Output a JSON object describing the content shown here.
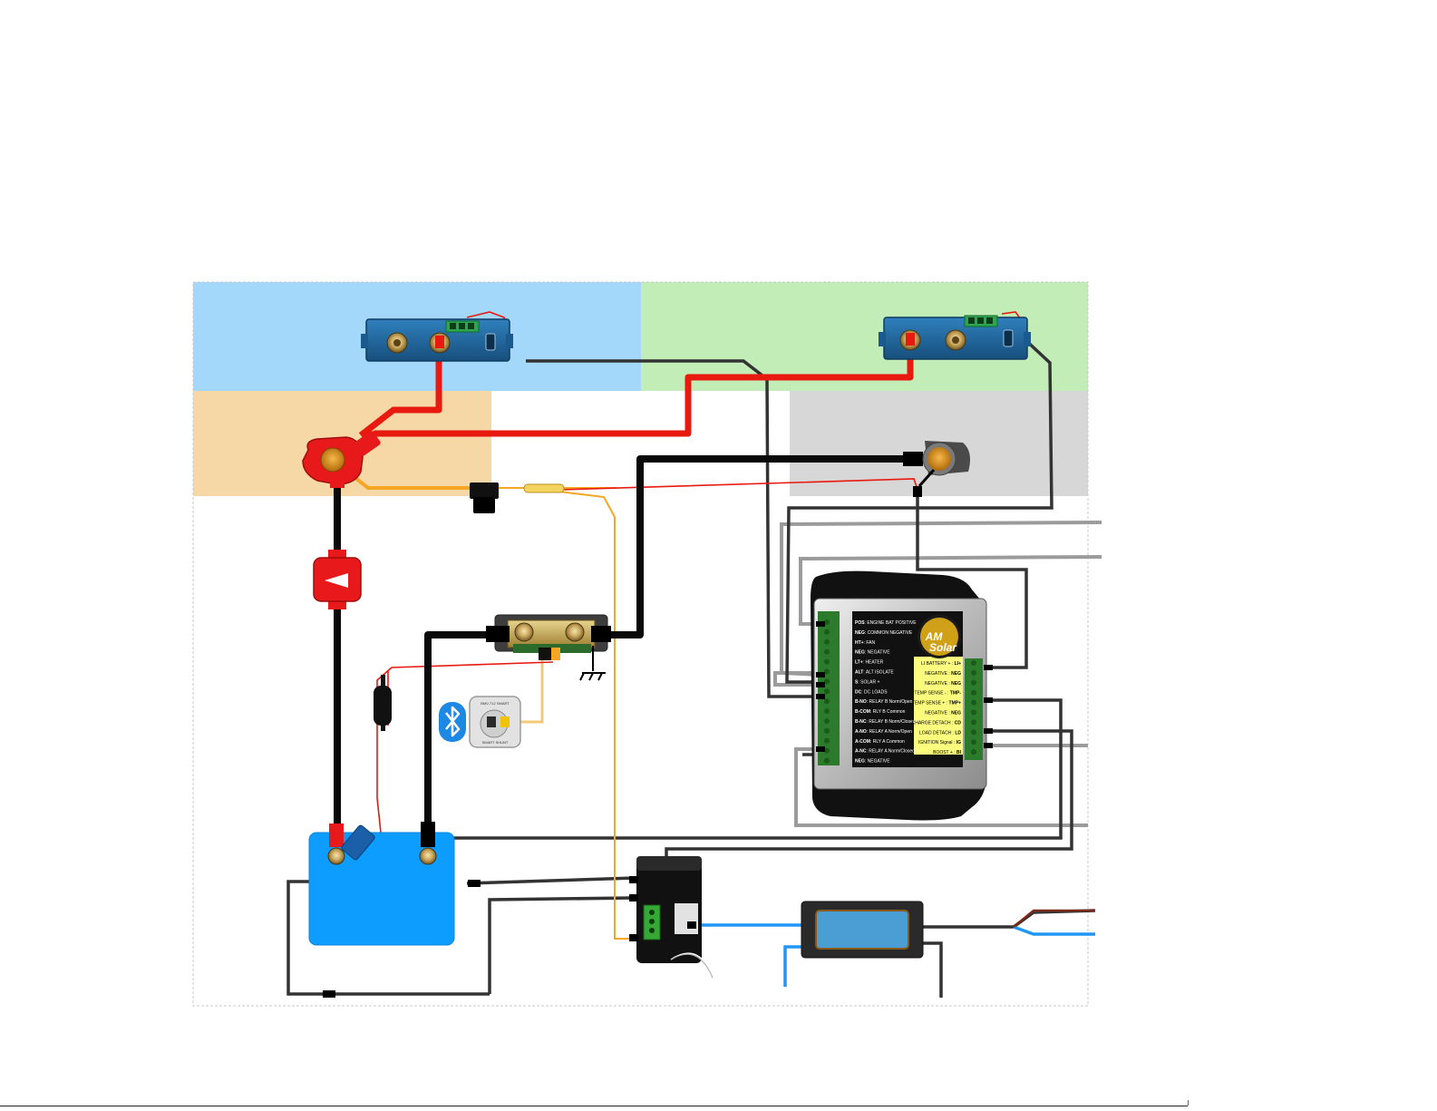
{
  "controller": {
    "logo_top": "AM",
    "logo_bottom": "Solar",
    "left_terminals": [
      {
        "code": "POS",
        "desc": "ENGINE BAT POSITIVE"
      },
      {
        "code": "NEG",
        "desc": "COMMON NEGATIVE"
      },
      {
        "code": "HT+",
        "desc": "FAN"
      },
      {
        "code": "NEG",
        "desc": "NEGATIVE"
      },
      {
        "code": "LT+",
        "desc": "HEATER"
      },
      {
        "code": "ALT",
        "desc": "ALT ISOLATE"
      },
      {
        "code": "S",
        "desc": "SOLAR +"
      },
      {
        "code": "DC",
        "desc": "DC LOADS"
      },
      {
        "code": "B-NO",
        "desc": "RELAY B Norm/Open"
      },
      {
        "code": "B-COM",
        "desc": "RLY B Common"
      },
      {
        "code": "B-NC",
        "desc": "RELAY B Norm/Closed"
      },
      {
        "code": "A-NO",
        "desc": "RELAY A Norm/Open"
      },
      {
        "code": "A-COM",
        "desc": "RLY A Common"
      },
      {
        "code": "A-NC",
        "desc": "RELAY A Norm/Closed"
      },
      {
        "code": "NEG",
        "desc": "NEGATIVE"
      }
    ],
    "right_terminals": [
      {
        "desc": "LI BATTERY +",
        "code": "LI+"
      },
      {
        "desc": "NEGATIVE",
        "code": "NEG"
      },
      {
        "desc": "NEGATIVE",
        "code": "NEG"
      },
      {
        "desc": "TEMP SENSE -",
        "code": "TMP-"
      },
      {
        "desc": "TEMP SENSE +",
        "code": "TMP+"
      },
      {
        "desc": "NEGATIVE",
        "code": "NEG"
      },
      {
        "desc": "CHARGE DETACH",
        "code": "CD"
      },
      {
        "desc": "LOAD DETACH",
        "code": "LD"
      },
      {
        "desc": "IGNITION Signal",
        "code": "IG"
      },
      {
        "desc": "BOOST +",
        "code": "BI"
      }
    ]
  },
  "shunt_monitor": {
    "top_text": "BMV-712 SMART",
    "bottom_text": "SMART SHUNT"
  },
  "colors": {
    "zone_blue": "#a3d8fb",
    "zone_green": "#c2edb6",
    "zone_orange": "#f5d8a6",
    "zone_gray": "#d7d7d7",
    "wire_red": "#e8190f",
    "wire_black": "#0a0a0a",
    "wire_orange": "#f5a623",
    "wire_gray": "#9b9b9b",
    "wire_blue": "#2196f3",
    "battery_blue": "#0d9cff",
    "lithium_box": "#1f6ba6",
    "breaker_red": "#e8191b",
    "controller_yellow": "#fbfb7e",
    "bluetooth": "#1e88e5"
  },
  "icons": [
    "bluetooth-icon",
    "ground-symbol-icon",
    "circuit-breaker-icon",
    "inline-fuse-icon"
  ]
}
